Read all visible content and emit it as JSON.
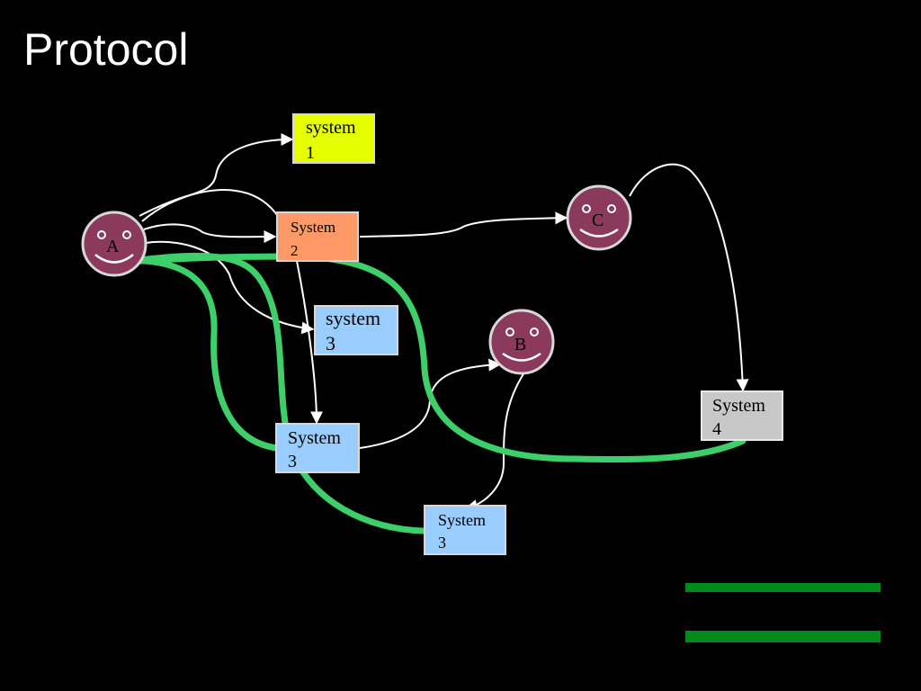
{
  "slide": {
    "title": "Protocol"
  },
  "actors": [
    {
      "id": "A",
      "label": "A"
    },
    {
      "id": "B",
      "label": "B"
    },
    {
      "id": "C",
      "label": "C"
    }
  ],
  "systems": [
    {
      "id": "sys1",
      "line1": "system",
      "line2": "1",
      "fill": "#e6ff00"
    },
    {
      "id": "sys2",
      "line1": "System",
      "line2": "2",
      "fill": "#ff9966"
    },
    {
      "id": "sys3a",
      "line1": "system",
      "line2": "3",
      "fill": "#99ccff"
    },
    {
      "id": "sys3b",
      "line1": "System",
      "line2": "3",
      "fill": "#99ccff"
    },
    {
      "id": "sys3c",
      "line1": "System",
      "line2": "3",
      "fill": "#99ccff"
    },
    {
      "id": "sys4",
      "line1": "System",
      "line2": "4",
      "fill": "#c8c8c8"
    }
  ],
  "colors": {
    "background": "#000000",
    "actor_fill": "#8b3a5e",
    "actor_stroke": "#d8d8d8",
    "connector": "#ffffff",
    "return_path": "#3ecf6a",
    "bar": "#008a1a"
  }
}
